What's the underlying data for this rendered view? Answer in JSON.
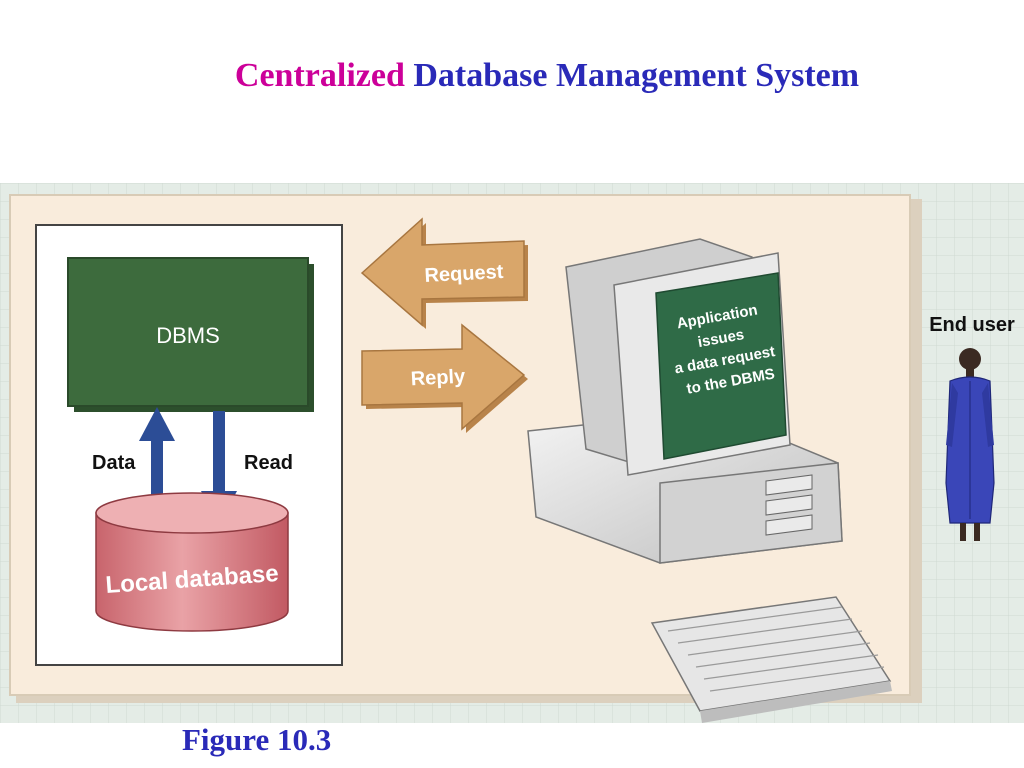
{
  "title": {
    "accent": "Centralized",
    "rest": "Database Management System"
  },
  "figure": {
    "dbms_label": "DBMS",
    "data_label": "Data",
    "read_label": "Read",
    "database_label": "Local database",
    "request_label": "Request",
    "reply_label": "Reply",
    "screen_lines": [
      "Application",
      "issues",
      "a data request",
      "to the DBMS"
    ],
    "end_user_label": "End user"
  },
  "caption": "Figure 10.3",
  "colors": {
    "title_accent": "#cc0099",
    "title_main": "#2a2ab8",
    "dbms_box": "#3d6b3d",
    "database": "#d98a8e",
    "arrows": "#d9a66a",
    "data_arrows": "#2c4d96",
    "panel": "#f9ecdc",
    "screen": "#2f6b47",
    "user_suit": "#3a46b8"
  }
}
